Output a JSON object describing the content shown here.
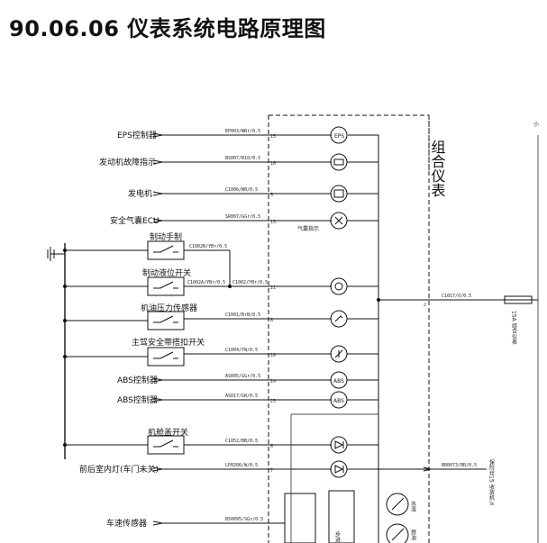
{
  "title": "90.06.06 仪表系统电路原理图",
  "cluster_label": "组合仪表",
  "right_edge_label": "小",
  "signals": [
    {
      "label": "EPS控制器",
      "code": "EP003/WBr/0.5",
      "pin": "15",
      "symbol": "EPS"
    },
    {
      "label": "发动机故障指示",
      "code": "BS007/B10/0.5",
      "pin": "16",
      "symbol": "ENG"
    },
    {
      "label": "发电机",
      "code": "C1006/WB/0.5",
      "pin": "5",
      "symbol": "BAT"
    },
    {
      "label": "安全气囊ECU",
      "code": "SR007/GGr/0.5",
      "pin": "13",
      "symbol": "BULB",
      "note": "气囊指示"
    },
    {
      "label": "",
      "code": "C1002/YBr/0.5",
      "pin": "21",
      "symbol": "BRAKE"
    },
    {
      "label": "",
      "code": "C1001/BrB/0.5",
      "pin": "8",
      "symbol": "OIL"
    },
    {
      "label": "",
      "code": "C1004/YW/0.5",
      "pin": "18",
      "symbol": "BELT"
    },
    {
      "label": "ABS控制器",
      "code": "AS005/GGr/0.5",
      "pin": "14",
      "symbol": "ABS"
    },
    {
      "label": "ABS控制器",
      "code": "AS017/GR/0.5",
      "pin": "25",
      "symbol": "ABS"
    },
    {
      "label": "",
      "code": "C1052/BB/0.5",
      "pin": "6",
      "symbol": "DIODE"
    },
    {
      "label": "前后室内灯(车门未关)",
      "code": "LP0206/W/0.5",
      "pin": "7",
      "symbol": "DIODE"
    },
    {
      "label": "车速传感器",
      "code": "BS0095/SGr/0.5",
      "pin": "",
      "symbol": ""
    }
  ],
  "switches": [
    {
      "label": "制动手制",
      "code": "C1002B/YBr/0.5"
    },
    {
      "label": "制动液位开关",
      "code": "C1002A/YBr/0.5"
    },
    {
      "label": "机油压力传感器",
      "code": ""
    },
    {
      "label": "主驾安全带搭扣开关",
      "code": ""
    },
    {
      "label": "机舱盖开关",
      "code": ""
    }
  ],
  "power": {
    "code": "C1017/O/0.5",
    "pin": "2",
    "fuse_label": "15A 组合仪表"
  },
  "right_lower": {
    "code": "BR0073/BR/0.5",
    "label": "保险丝15 收放机,II"
  },
  "gauge_labels": [
    "水温",
    "燃油"
  ],
  "bottom_box_label": "步进"
}
